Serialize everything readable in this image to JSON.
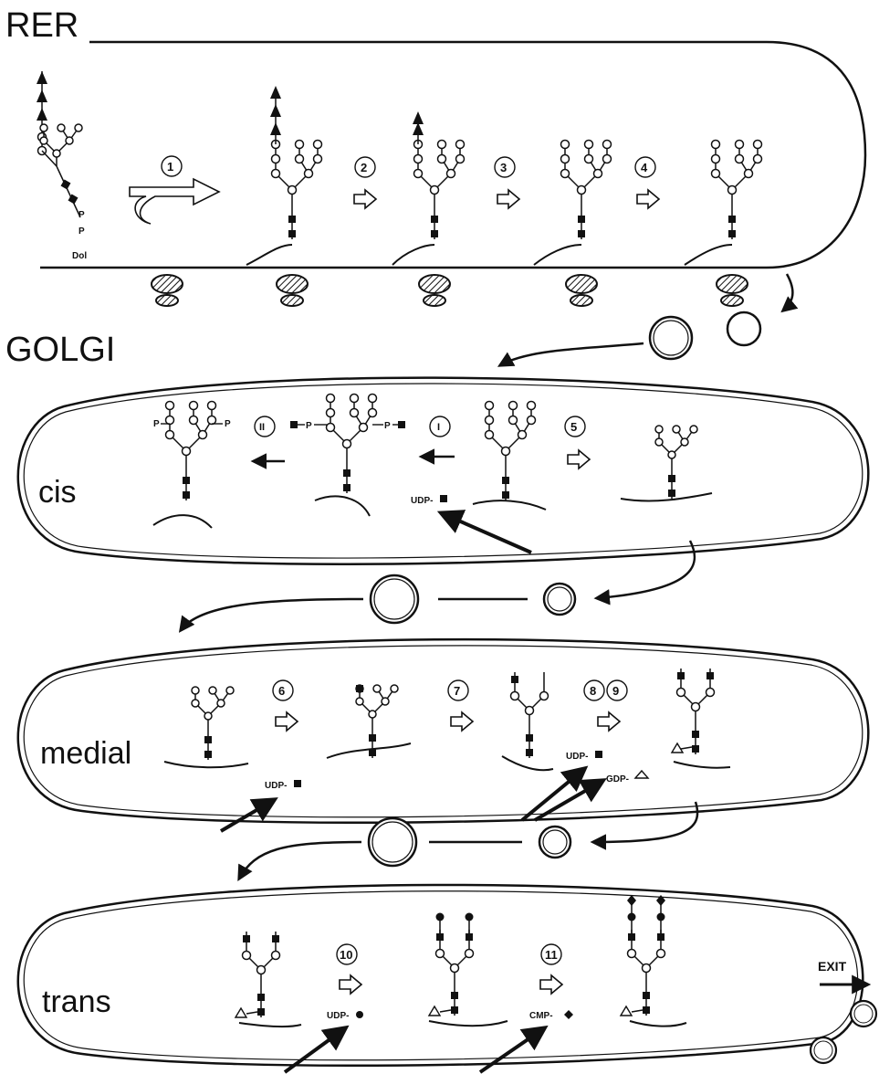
{
  "labels": {
    "rer": "RER",
    "golgi": "GOLGI",
    "cis": "cis",
    "medial": "medial",
    "trans": "trans",
    "dol": "Dol",
    "exit": "EXIT",
    "p": "P"
  },
  "reagents": {
    "cis_udp": "UDP-",
    "medial_udp1": "UDP-",
    "medial_udp2": "UDP-",
    "medial_gdp": "GDP-",
    "trans_udp": "UDP-",
    "trans_cmp": "CMP-"
  },
  "steps": {
    "s1": "1",
    "s2": "2",
    "s3": "3",
    "s4": "4",
    "s5": "5",
    "s6": "6",
    "s7": "7",
    "s8": "8",
    "s9": "9",
    "s10": "10",
    "s11": "11",
    "r1": "I",
    "r2": "II"
  },
  "colors": {
    "ink": "#111111",
    "paper": "#ffffff"
  }
}
